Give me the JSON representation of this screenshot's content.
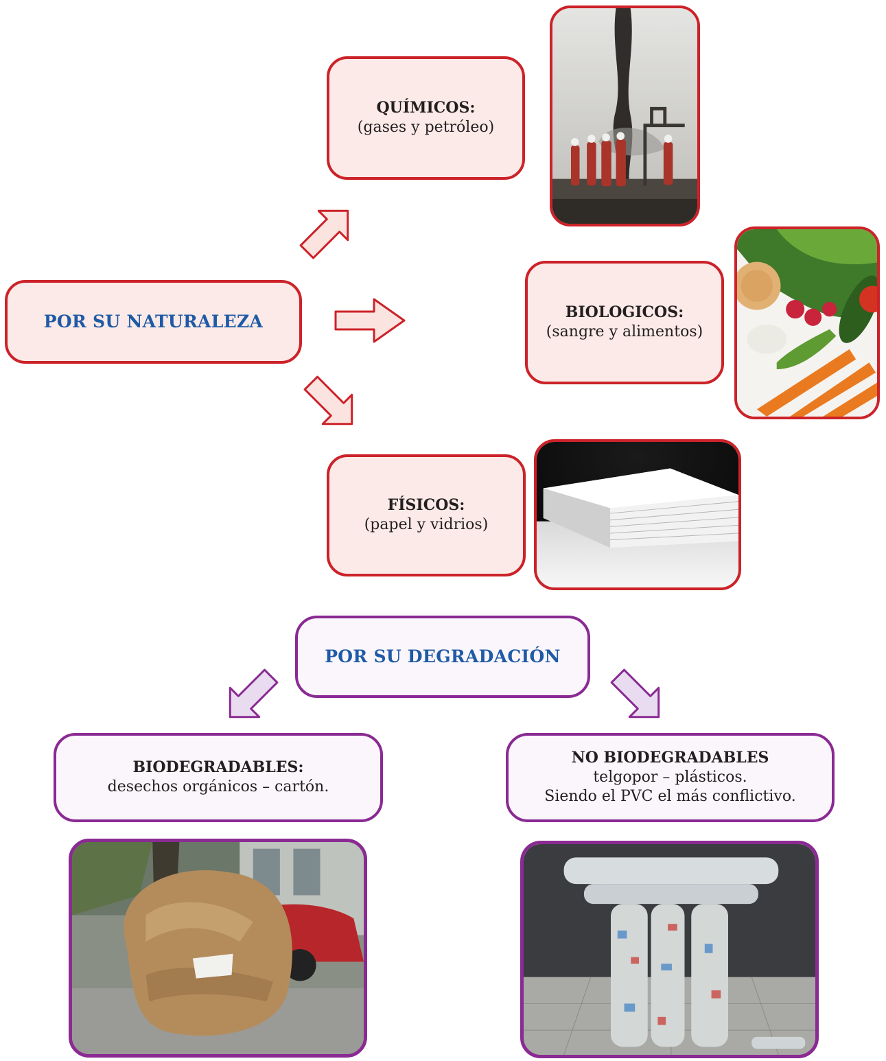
{
  "naturaleza": {
    "title": "POR SU NATURALEZA",
    "quimicos": {
      "title": "QUÍMICOS:",
      "desc": "(gases y petróleo)"
    },
    "biologicos": {
      "title": "BIOLOGICOS:",
      "desc": "(sangre y alimentos)"
    },
    "fisicos": {
      "title": "FÍSICOS:",
      "desc": "(papel y vidrios)"
    }
  },
  "degradacion": {
    "title": "POR SU DEGRADACIÓN",
    "biodegradables": {
      "title": "BIODEGRADABLES:",
      "desc": "desechos orgánicos – cartón."
    },
    "no_biodegradables": {
      "title": "NO BIODEGRADABLES",
      "desc_line1": "telgopor – plásticos.",
      "desc_line2": "Siendo el PVC el  más conflictivo."
    }
  },
  "colors": {
    "red_border": "#cc2229",
    "red_fill": "#fbeae7",
    "purple_border": "#8a2a93",
    "purple_fill": "#faf6fb",
    "title_blue": "#1f5aa6",
    "arrow_red_fill": "#fbe3df",
    "arrow_purple_fill": "#e9dcf0"
  }
}
